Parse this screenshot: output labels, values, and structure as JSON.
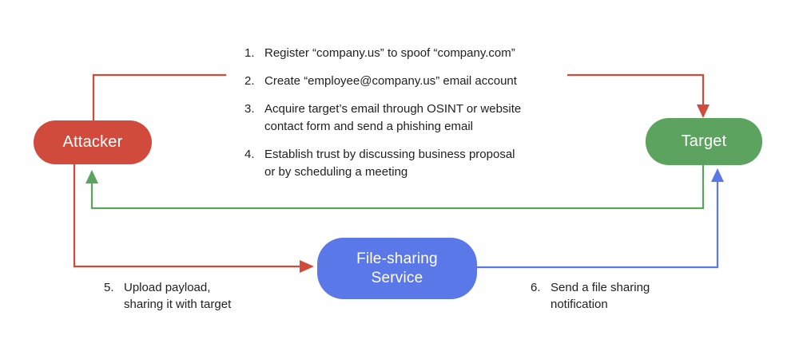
{
  "diagram": {
    "title_implicit": "Phishing attack flow diagram",
    "colors": {
      "red": "#d14b3c",
      "green": "#5ba35f",
      "blue": "#5b78e8",
      "text": "#212121",
      "node_text": "#ffffff"
    },
    "nodes": {
      "attacker": {
        "label": "Attacker",
        "color": "#d14b3c"
      },
      "target": {
        "label": "Target",
        "color": "#5ba35f"
      },
      "file_sharing": {
        "label_line1": "File-sharing",
        "label_line2": "Service",
        "color": "#5b78e8"
      }
    },
    "steps": [
      {
        "num": "1.",
        "lines": [
          "Register “company.us” to spoof “company.com”"
        ]
      },
      {
        "num": "2.",
        "lines": [
          "Create “employee@company.us” email account"
        ]
      },
      {
        "num": "3.",
        "lines": [
          "Acquire target’s email through OSINT or website",
          "contact form and send a phishing email"
        ]
      },
      {
        "num": "4.",
        "lines": [
          "Establish trust by discussing business proposal",
          "or by scheduling a meeting"
        ]
      }
    ],
    "step5": {
      "num": "5.",
      "lines": [
        "Upload payload,",
        "sharing it with target"
      ]
    },
    "step6": {
      "num": "6.",
      "lines": [
        "Send a file sharing",
        "notification"
      ]
    },
    "connectors": {
      "attacker_to_target": {
        "color": "#d14b3c",
        "meaning": "steps 1-4 phishing outreach"
      },
      "target_to_attacker": {
        "color": "#5ba35f",
        "meaning": "trust established / reply"
      },
      "attacker_to_filesharing": {
        "color": "#d14b3c",
        "meaning": "step 5 upload payload"
      },
      "filesharing_to_target": {
        "color": "#5b78e8",
        "meaning": "step 6 sharing notification"
      }
    }
  }
}
